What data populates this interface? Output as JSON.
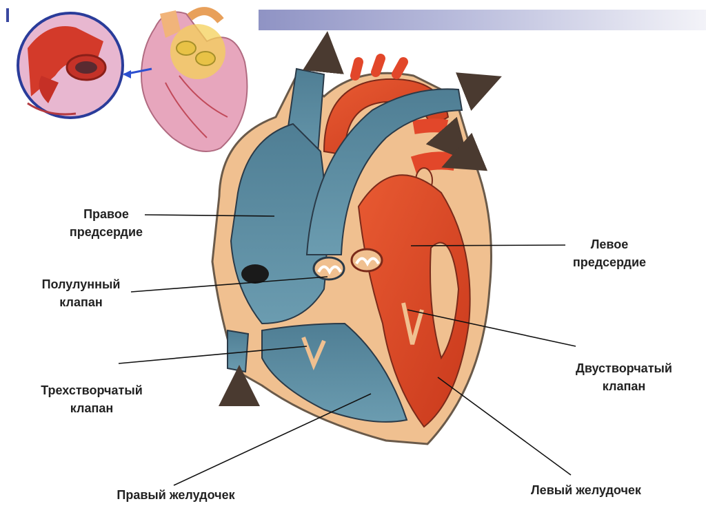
{
  "labels": {
    "right_atrium": [
      "Правое",
      "предсердие"
    ],
    "left_atrium": [
      "Левое",
      "предсердие"
    ],
    "semilunar_valve": [
      "Полулунный",
      "клапан"
    ],
    "tricuspid_valve": [
      "Трехстворчатый",
      "клапан"
    ],
    "bicuspid_valve": [
      "Двустворчатый",
      "клапан"
    ],
    "right_ventricle": "Правый желудочек",
    "left_ventricle": "Левый желудочек"
  },
  "colors": {
    "deoxygenated": "#5a8aa0",
    "oxygenated": "#e2472a",
    "wall": "#f0c090",
    "accent_bar": "#8f93c4"
  }
}
